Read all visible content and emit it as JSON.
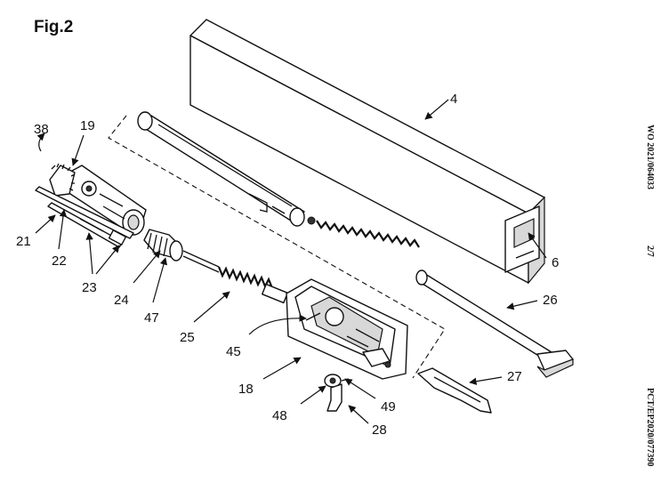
{
  "figure": {
    "title": "Fig.2",
    "side_text_top": "WO 2021/064033",
    "side_text_mid": "2/7",
    "side_text_bottom": "PCT/EP2020/077390"
  },
  "labels": [
    {
      "id": "4",
      "text": "4"
    },
    {
      "id": "6",
      "text": "6"
    },
    {
      "id": "18",
      "text": "18"
    },
    {
      "id": "19",
      "text": "19"
    },
    {
      "id": "21",
      "text": "21"
    },
    {
      "id": "22",
      "text": "22"
    },
    {
      "id": "23",
      "text": "23"
    },
    {
      "id": "24",
      "text": "24"
    },
    {
      "id": "25",
      "text": "25"
    },
    {
      "id": "26",
      "text": "26"
    },
    {
      "id": "27",
      "text": "27"
    },
    {
      "id": "28",
      "text": "28"
    },
    {
      "id": "38",
      "text": "38"
    },
    {
      "id": "45",
      "text": "45"
    },
    {
      "id": "47",
      "text": "47"
    },
    {
      "id": "48",
      "text": "48"
    },
    {
      "id": "49",
      "text": "49"
    }
  ]
}
